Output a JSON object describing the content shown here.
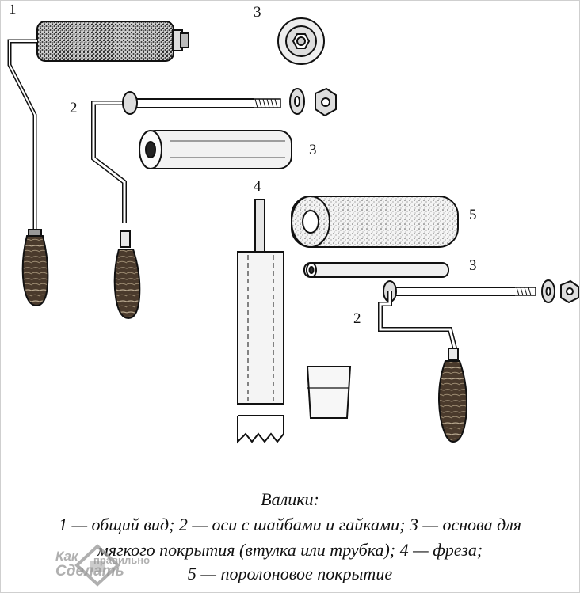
{
  "labels": {
    "roller_general": "1",
    "axle_top": "2",
    "base_washer": "3",
    "base_sleeve": "3",
    "cutter": "4",
    "foam_cover": "5",
    "base_tube": "3",
    "axle_bottom": "2"
  },
  "caption": {
    "title": "Валики:",
    "line1": "1 — общий вид; 2 — оси с шайбами и гайками; 3 — основа для",
    "line2": "мягкого покрытия (втулка или трубка); 4 — фреза;",
    "line3": "5 — поролоновое покрытие"
  },
  "watermark": {
    "word1": "Как",
    "word2": "правильно",
    "word3": "Сделать"
  }
}
